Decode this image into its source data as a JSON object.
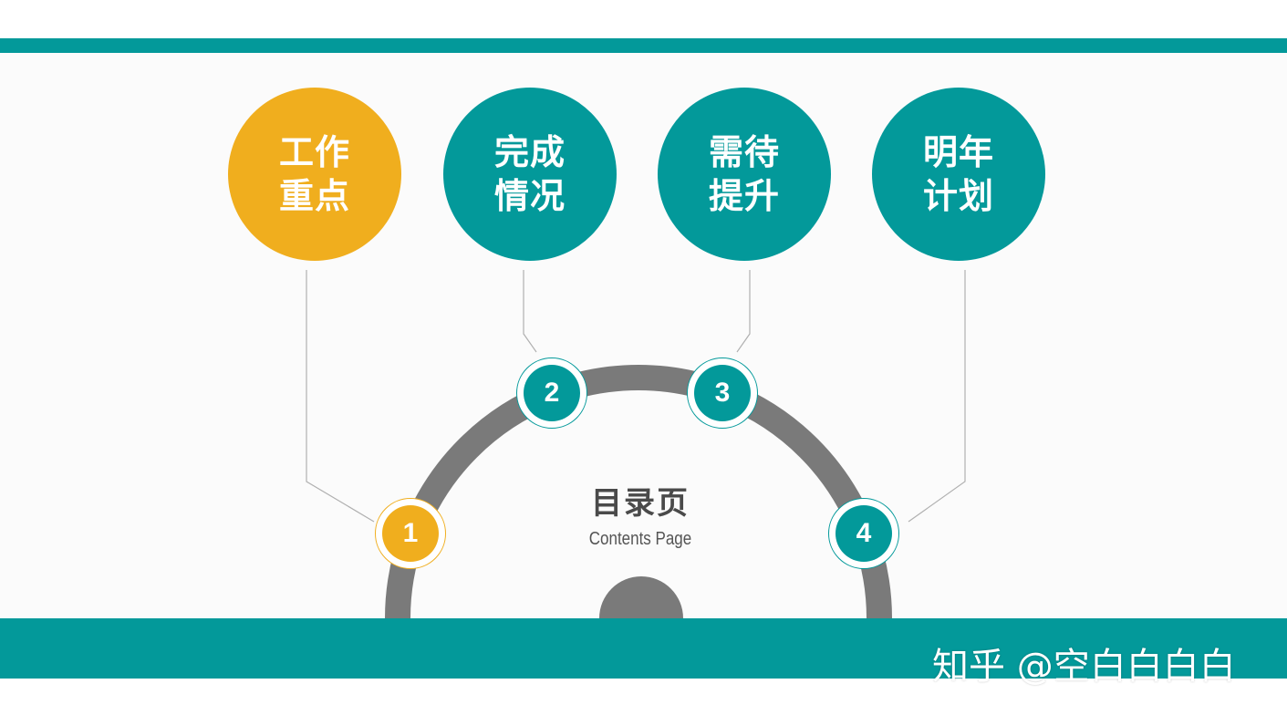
{
  "colors": {
    "teal": "#03999a",
    "gold": "#f0ae1e",
    "arc_gray": "#7a7a7a",
    "connector_gray": "#b0b0b0"
  },
  "center": {
    "title": "目录页",
    "subtitle": "Contents Page"
  },
  "topics": [
    {
      "number": "1",
      "line1": "工作",
      "line2": "重点",
      "color": "gold"
    },
    {
      "number": "2",
      "line1": "完成",
      "line2": "情况",
      "color": "teal"
    },
    {
      "number": "3",
      "line1": "需待",
      "line2": "提升",
      "color": "teal"
    },
    {
      "number": "4",
      "line1": "明年",
      "line2": "计划",
      "color": "teal"
    }
  ],
  "watermark": "知乎 @空白白白白"
}
